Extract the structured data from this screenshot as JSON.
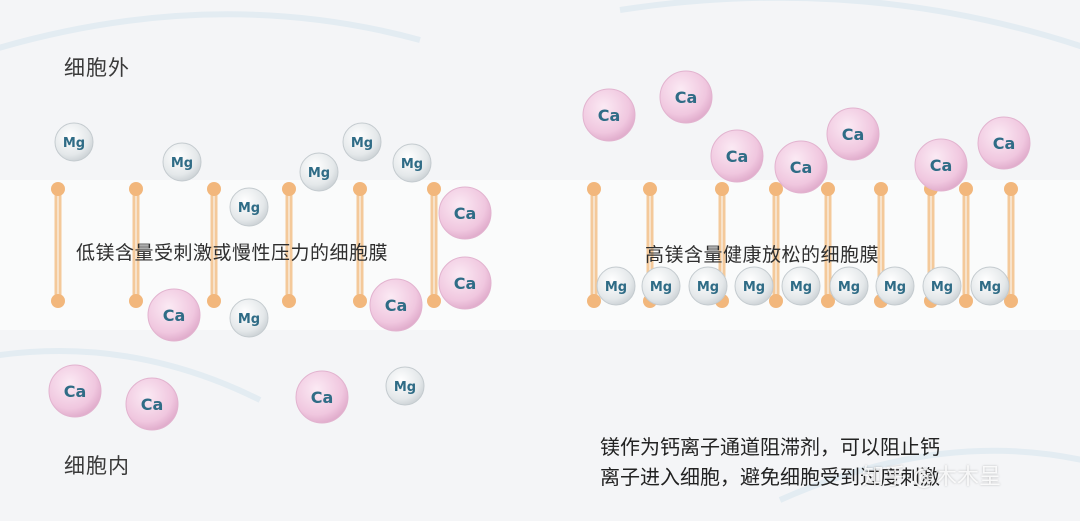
{
  "labels": {
    "outside": "细胞外",
    "inside": "细胞内",
    "left_membrane": "低镁含量受刺激或慢性压力的细胞膜",
    "right_membrane": "高镁含量健康放松的细胞膜",
    "note_line1": "镁作为钙离子通道阻滞剂，可以阻止钙",
    "note_line2": "离子进入细胞，避免细胞受到过度刺激",
    "watermark": "知乎 @木木呈"
  },
  "ions": {
    "mg_symbol": "Mg",
    "ca_symbol": "Ca"
  },
  "colors": {
    "lipid_head": "#f2b77c",
    "lipid_tail": "#f4c99a",
    "mg_fill": "#e9ecee",
    "mg_text": "#2f6c86",
    "ca_fill": "#f2cbe3",
    "ca_text": "#2f6c86"
  }
}
